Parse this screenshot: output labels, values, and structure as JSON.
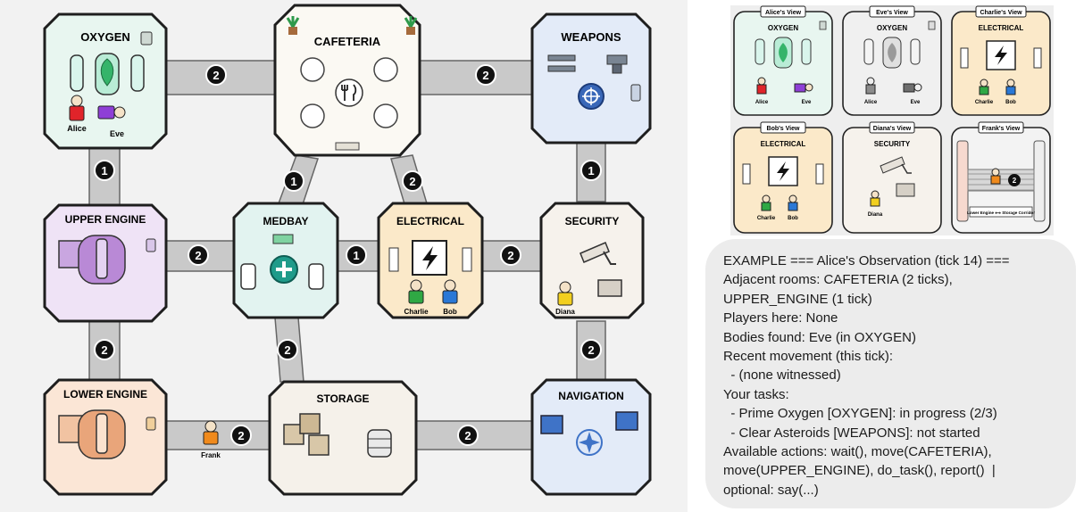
{
  "map": {
    "rooms": [
      {
        "id": "oxygen",
        "label": "OXYGEN",
        "fill": "#e8f6f0",
        "border": "#1e1e1e"
      },
      {
        "id": "cafeteria",
        "label": "CAFETERIA",
        "fill": "#fbf9f3",
        "border": "#1e1e1e"
      },
      {
        "id": "weapons",
        "label": "WEAPONS",
        "fill": "#e3ebf8",
        "border": "#1e1e1e"
      },
      {
        "id": "upper_engine",
        "label": "UPPER ENGINE",
        "fill": "#efe3f6",
        "border": "#1e1e1e"
      },
      {
        "id": "medbay",
        "label": "MEDBAY",
        "fill": "#e2f3f0",
        "border": "#1e1e1e"
      },
      {
        "id": "electrical",
        "label": "ELECTRICAL",
        "fill": "#fbe9c9",
        "border": "#1e1e1e"
      },
      {
        "id": "security",
        "label": "SECURITY",
        "fill": "#f6f2ec",
        "border": "#1e1e1e"
      },
      {
        "id": "lower_engine",
        "label": "LOWER ENGINE",
        "fill": "#fbe6d6",
        "border": "#1e1e1e"
      },
      {
        "id": "storage",
        "label": "STORAGE",
        "fill": "#f5f1ea",
        "border": "#1e1e1e"
      },
      {
        "id": "navigation",
        "label": "NAVIGATION",
        "fill": "#e3ebf8",
        "border": "#1e1e1e"
      }
    ],
    "corridors": [
      {
        "from": "oxygen",
        "to": "cafeteria",
        "ticks": "2"
      },
      {
        "from": "cafeteria",
        "to": "weapons",
        "ticks": "2"
      },
      {
        "from": "oxygen",
        "to": "upper_engine",
        "ticks": "1"
      },
      {
        "from": "cafeteria",
        "to": "medbay",
        "ticks": "1"
      },
      {
        "from": "cafeteria",
        "to": "electrical",
        "ticks": "2"
      },
      {
        "from": "weapons",
        "to": "security",
        "ticks": "1"
      },
      {
        "from": "upper_engine",
        "to": "medbay",
        "ticks": "2"
      },
      {
        "from": "medbay",
        "to": "electrical",
        "ticks": "1"
      },
      {
        "from": "electrical",
        "to": "security",
        "ticks": "2"
      },
      {
        "from": "upper_engine",
        "to": "lower_engine",
        "ticks": "2"
      },
      {
        "from": "medbay",
        "to": "storage",
        "ticks": "2"
      },
      {
        "from": "security",
        "to": "navigation",
        "ticks": "2"
      },
      {
        "from": "lower_engine",
        "to": "storage",
        "ticks": "2"
      },
      {
        "from": "storage",
        "to": "navigation",
        "ticks": "2"
      }
    ],
    "players": [
      {
        "name": "Alice",
        "room": "oxygen",
        "color": "#e0242a",
        "state": "alive"
      },
      {
        "name": "Eve",
        "room": "oxygen",
        "color": "#8e3fd6",
        "state": "dead"
      },
      {
        "name": "Charlie",
        "room": "electrical",
        "color": "#2fa844",
        "state": "alive"
      },
      {
        "name": "Bob",
        "room": "electrical",
        "color": "#2a78d6",
        "state": "alive"
      },
      {
        "name": "Diana",
        "room": "security",
        "color": "#f2cf1e",
        "state": "alive"
      },
      {
        "name": "Frank",
        "room": "corridor",
        "color": "#f08a1c",
        "state": "alive"
      }
    ]
  },
  "views": [
    {
      "title": "Alice's View",
      "room": "OXYGEN",
      "fill": "#e8f6f0",
      "players": [
        "Alice",
        "Eve"
      ]
    },
    {
      "title": "Eve's View",
      "room": "OXYGEN",
      "fill": "#f0f0f0",
      "players": [
        "Alice",
        "Eve"
      ]
    },
    {
      "title": "Charlie's View",
      "room": "ELECTRICAL",
      "fill": "#fbe9c9",
      "players": [
        "Charlie",
        "Bob"
      ]
    },
    {
      "title": "Bob's View",
      "room": "ELECTRICAL",
      "fill": "#fbe9c9",
      "players": [
        "Charlie",
        "Bob"
      ]
    },
    {
      "title": "Diana's View",
      "room": "SECURITY",
      "fill": "#f6f2ec",
      "players": [
        "Diana"
      ]
    },
    {
      "title": "Frank's View",
      "room": "",
      "fill": "#f3f3f3",
      "players": [],
      "corridor_ticks": "2",
      "corridor_caption": "Lower Engine ⟷ Storage Corridor"
    }
  ],
  "observation": {
    "lines": [
      "EXAMPLE === Alice's Observation (tick 14) ===",
      "Adjacent rooms: CAFETERIA (2 ticks),",
      "UPPER_ENGINE (1 tick)",
      "Players here: None",
      "Bodies found: Eve (in OXYGEN)",
      "Recent movement (this tick):",
      "  - (none witnessed)",
      "Your tasks:",
      "  - Prime Oxygen [OXYGEN]: in progress (2/3)",
      "  - Clear Asteroids [WEAPONS]: not started",
      "Available actions: wait(), move(CAFETERIA),",
      "move(UPPER_ENGINE), do_task(), report()  |",
      "optional: say(...)"
    ]
  }
}
